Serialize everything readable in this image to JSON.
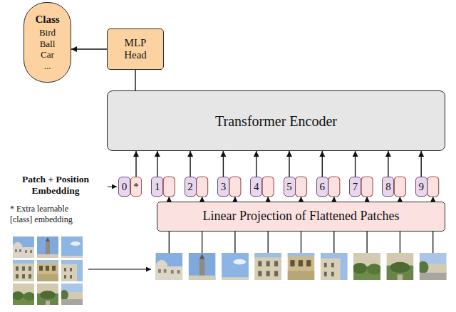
{
  "diagram": {
    "nodes": [
      {
        "text": [
          "Class",
          "Bird Ball Car ..."
        ]
      },
      {
        "text": [
          "MLP Head"
        ]
      },
      {
        "text": [
          "Transformer Encoder"
        ]
      },
      {
        "text": [
          "0"
        ]
      },
      {
        "text": [
          "*"
        ]
      },
      {
        "text": [
          "1"
        ]
      },
      {
        "text": [
          "2"
        ]
      },
      {
        "text": [
          "3"
        ]
      },
      {
        "text": [
          "4"
        ]
      },
      {
        "text": [
          "5"
        ]
      },
      {
        "text": [
          "6"
        ]
      },
      {
        "text": [
          "7"
        ]
      },
      {
        "text": [
          "8"
        ]
      },
      {
        "text": [
          "9"
        ]
      },
      {
        "text": [
          "Linear Projection of Flattened Patches"
        ]
      }
    ],
    "edges": [
      {
        "from": 1,
        "to": 0,
        "arrow": "to"
      },
      {
        "from": 2,
        "to": 1,
        "arrow": "none"
      },
      {
        "from": 4,
        "to": 2,
        "arrow": "to"
      },
      {
        "from": 5,
        "to": 2,
        "arrow": "to"
      },
      {
        "from": 6,
        "to": 2,
        "arrow": "to"
      },
      {
        "from": 7,
        "to": 2,
        "arrow": "to"
      },
      {
        "from": 8,
        "to": 2,
        "arrow": "to"
      },
      {
        "from": 9,
        "to": 2,
        "arrow": "to"
      },
      {
        "from": 10,
        "to": 2,
        "arrow": "to"
      },
      {
        "from": 11,
        "to": 2,
        "arrow": "to"
      },
      {
        "from": 12,
        "to": 2,
        "arrow": "to"
      },
      {
        "from": 13,
        "to": 2,
        "arrow": "to"
      }
    ],
    "labels": [
      "Patch + Position Embedding",
      "* Extra learnable [class] embedding"
    ]
  }
}
